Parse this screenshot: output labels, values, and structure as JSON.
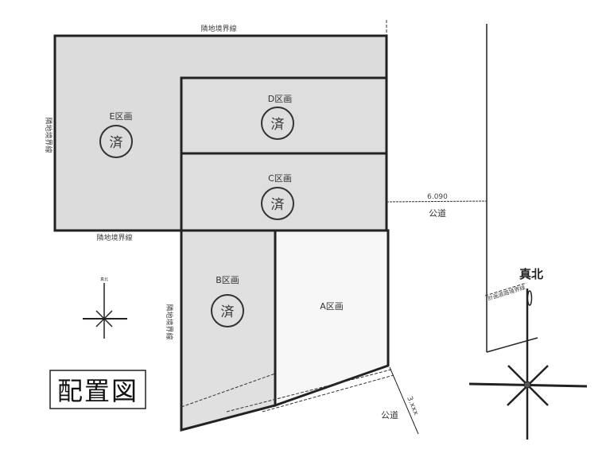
{
  "title": "配置図",
  "lots": [
    {
      "id": "E",
      "label": "E区画",
      "status": "済"
    },
    {
      "id": "D",
      "label": "D区画",
      "status": "済"
    },
    {
      "id": "C",
      "label": "C区画",
      "status": "済"
    },
    {
      "id": "B",
      "label": "B区画",
      "status": "済"
    },
    {
      "id": "A",
      "label": "A区画",
      "status": ""
    }
  ],
  "boundaries": {
    "top": "隣地境界線",
    "left": "隣地境界線",
    "bottom_e": "隣地境界線",
    "left_b": "隣地境界線",
    "planned_road": "計画道路境界線"
  },
  "roads": {
    "east": {
      "label": "公道",
      "width": "6.090"
    },
    "south": {
      "label": "公道",
      "width": "3.xxx"
    }
  },
  "compass": {
    "north_label": "真北",
    "small_north_label": "真北"
  },
  "colors": {
    "sold_fill": "#dcdcdc",
    "available_fill": "#f7f7f7",
    "line": "#222222"
  }
}
